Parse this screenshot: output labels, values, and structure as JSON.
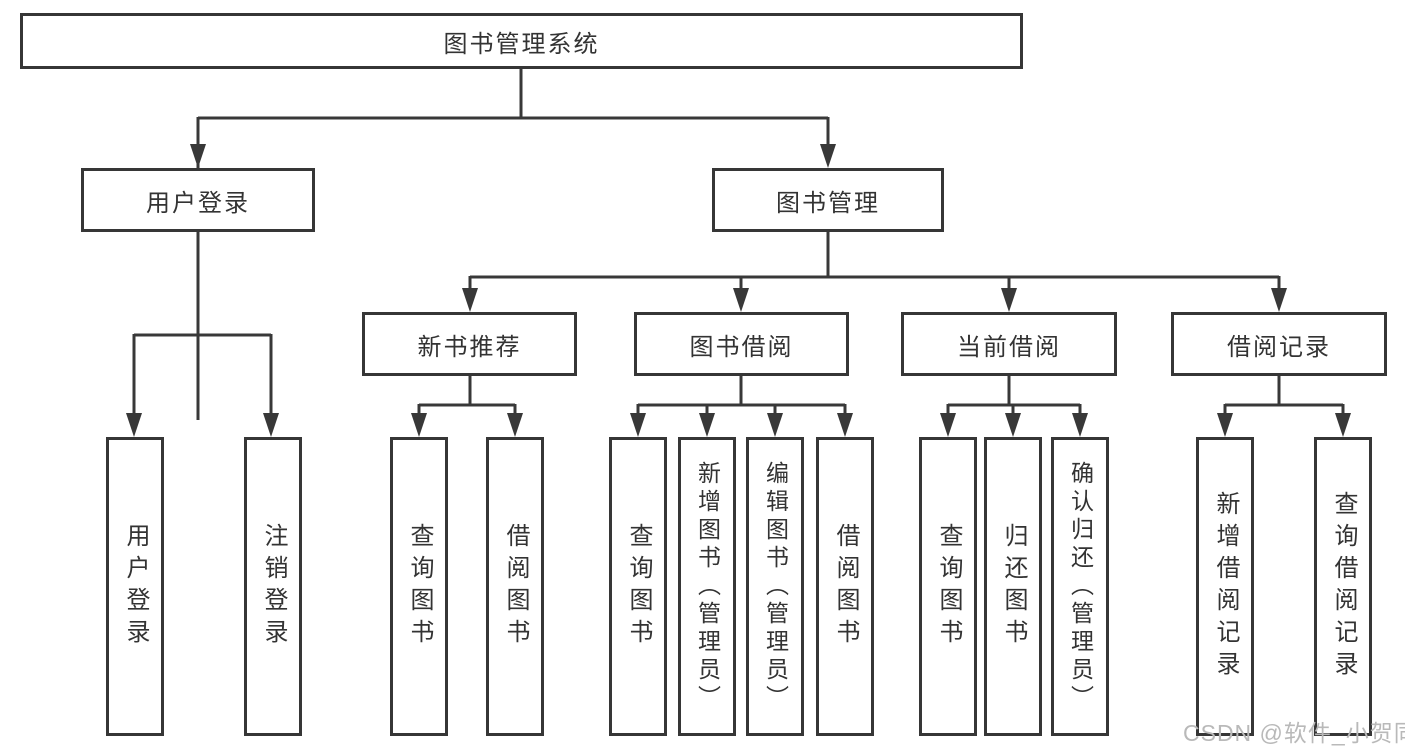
{
  "diagram": {
    "type": "hierarchy-tree",
    "nodes": {
      "root": {
        "label": "图书管理系统"
      },
      "level2": [
        {
          "label": "用户登录",
          "parent": "图书管理系统"
        },
        {
          "label": "图书管理",
          "parent": "图书管理系统"
        }
      ],
      "level3": [
        {
          "label": "新书推荐",
          "parent": "图书管理"
        },
        {
          "label": "图书借阅",
          "parent": "图书管理"
        },
        {
          "label": "当前借阅",
          "parent": "图书管理"
        },
        {
          "label": "借阅记录",
          "parent": "图书管理"
        }
      ],
      "leaves": [
        {
          "label": "用户登录",
          "parent": "用户登录"
        },
        {
          "label": "注销登录",
          "parent": "用户登录"
        },
        {
          "label": "查询图书",
          "parent": "新书推荐"
        },
        {
          "label": "借阅图书",
          "parent": "新书推荐"
        },
        {
          "label": "查询图书",
          "parent": "图书借阅"
        },
        {
          "label": "新增图书（管理员）",
          "parent": "图书借阅"
        },
        {
          "label": "编辑图书（管理员）",
          "parent": "图书借阅"
        },
        {
          "label": "借阅图书",
          "parent": "图书借阅"
        },
        {
          "label": "查询图书",
          "parent": "当前借阅"
        },
        {
          "label": "归还图书",
          "parent": "当前借阅"
        },
        {
          "label": "确认归还（管理员）",
          "parent": "当前借阅"
        },
        {
          "label": "新增借阅记录",
          "parent": "借阅记录"
        },
        {
          "label": "查询借阅记录",
          "parent": "借阅记录"
        }
      ]
    }
  },
  "watermark": {
    "text": "CSDN @软件_小贺同学"
  },
  "colors": {
    "background": "#ffffff",
    "box_border": "#363636",
    "line": "#383838",
    "text": "#333333",
    "watermark": "#b9b9b9"
  }
}
